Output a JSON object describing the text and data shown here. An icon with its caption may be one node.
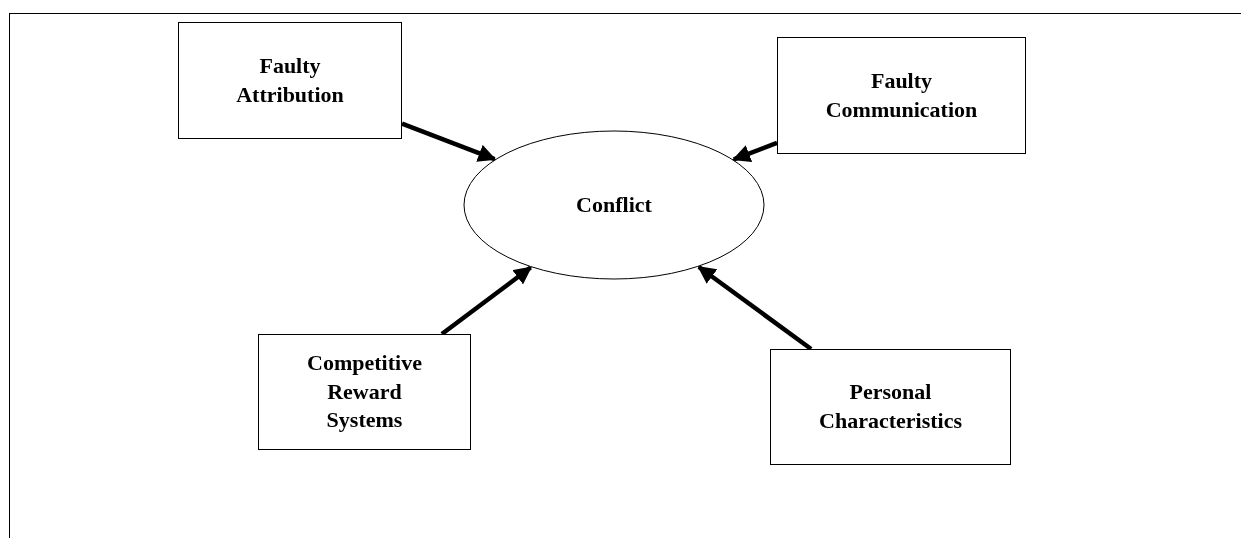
{
  "diagram": {
    "nodes": [
      {
        "text": [
          "Faulty Attribution"
        ]
      },
      {
        "text": [
          "Faulty Communication"
        ]
      },
      {
        "text": [
          "Conflict"
        ]
      },
      {
        "text": [
          "Competitive Reward Systems"
        ]
      },
      {
        "text": [
          "Personal Characteristics"
        ]
      }
    ],
    "edges": [
      {
        "from": 0,
        "to": 2,
        "arrow": "to"
      },
      {
        "from": 1,
        "to": 2,
        "arrow": "to"
      },
      {
        "from": 3,
        "to": 2,
        "arrow": "to"
      },
      {
        "from": 4,
        "to": 2,
        "arrow": "to"
      }
    ]
  }
}
